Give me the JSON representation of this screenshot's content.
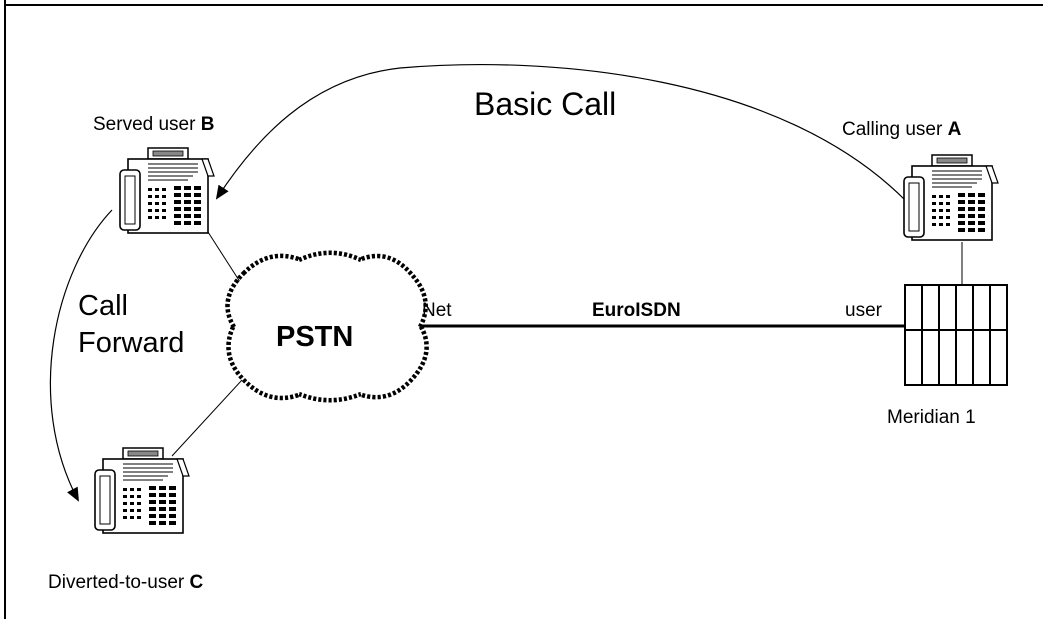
{
  "labels": {
    "basic_call": "Basic Call",
    "call_forward_line1": "Call",
    "call_forward_line2": "Forward",
    "served_user_prefix": "Served user ",
    "served_user_letter": "B",
    "calling_user_prefix": "Calling user ",
    "calling_user_letter": "A",
    "diverted_user_prefix": "Diverted-to-user ",
    "diverted_user_letter": "C",
    "pstn": "PSTN",
    "net": "Net",
    "euroisdn": "EuroISDN",
    "user": "user",
    "meridian": "Meridian 1"
  },
  "icons": {
    "telephone": "telephone-icon",
    "network_cloud": "pstn-cloud-icon",
    "switch": "meridian-switch-icon"
  },
  "colors": {
    "line": "#000000",
    "background": "#ffffff"
  }
}
